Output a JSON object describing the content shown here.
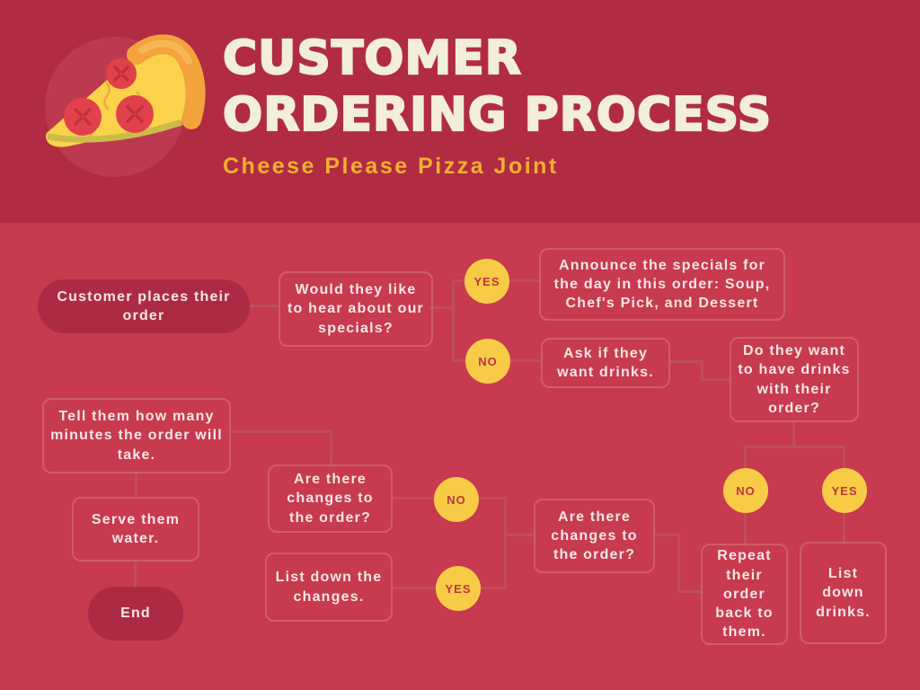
{
  "header": {
    "title_line1": "CUSTOMER",
    "title_line2": "ORDERING PROCESS",
    "subtitle": "Cheese Please Pizza Joint",
    "icon": "pizza-slice-icon"
  },
  "colors": {
    "header_bg": "#B12C43",
    "header_circle": "#BC3A50",
    "body_bg": "#C73A50",
    "node_border": "#D25C6C",
    "connector": "#C04D5E",
    "dark_pill": "#AC2B43",
    "accent_yellow": "#F8CB46",
    "yes_no_text": "#BB3640",
    "node_text": "#F5E7E2",
    "title_text": "#F3EDDC",
    "subtitle_text": "#EEB02F"
  },
  "flowchart": {
    "nodes": {
      "start": "Customer places their order",
      "q_specials": "Would they like to hear about our specials?",
      "announce_specials": "Announce the specials for the day in this order: Soup, Chef's Pick, and Dessert",
      "ask_drinks": "Ask if they want drinks.",
      "q_drinks": "Do they want to have drinks with their order?",
      "tell_minutes": "Tell them how many minutes the order will take.",
      "serve_water": "Serve them water.",
      "end": "End",
      "q_changes_left": "Are there changes to the order?",
      "list_changes": "List down the changes.",
      "q_changes_mid": "Are there changes to the order?",
      "repeat_order": "Repeat their order back to them.",
      "list_drinks": "List down drinks."
    },
    "labels": {
      "yes_specials": "YES",
      "no_specials": "NO",
      "no_changes": "NO",
      "yes_changes": "YES",
      "no_drinks": "NO",
      "yes_drinks": "YES"
    }
  }
}
